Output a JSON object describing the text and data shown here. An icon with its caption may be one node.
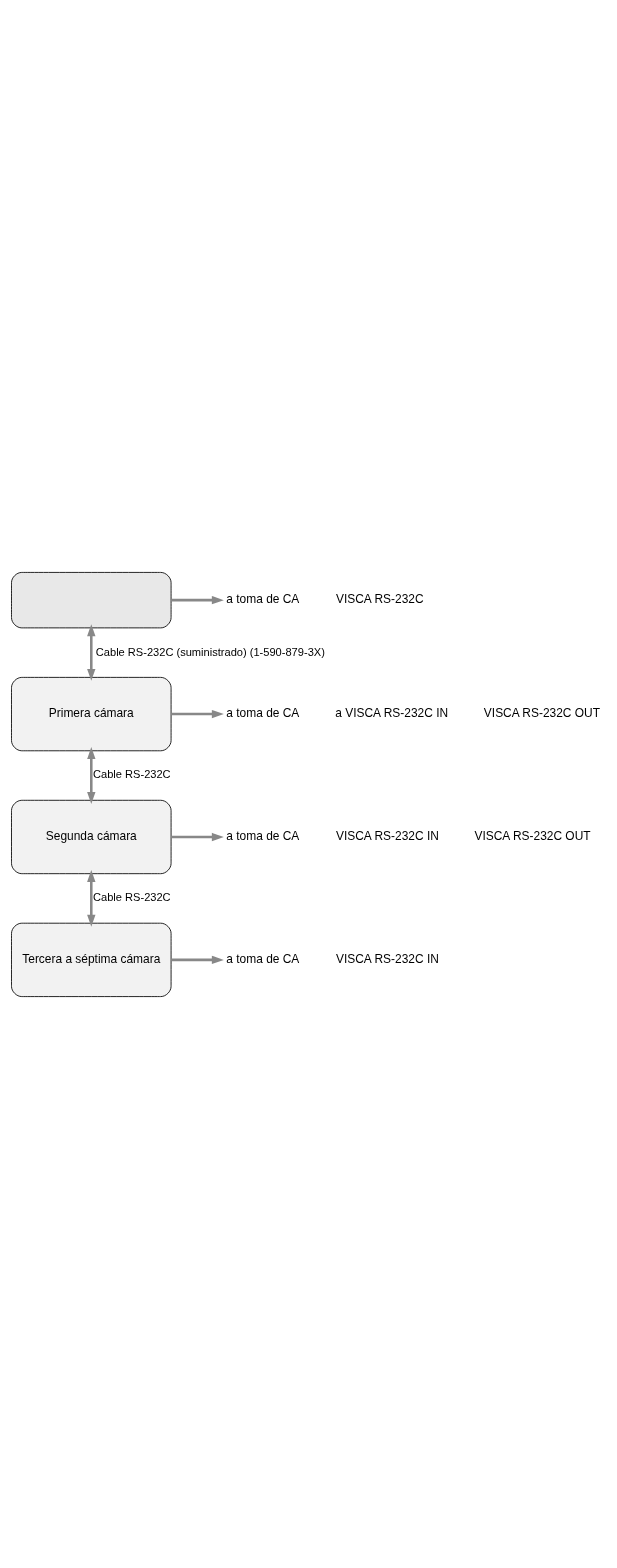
{
  "diagram": {
    "nodes": [
      {
        "text": [],
        "shape": "box"
      },
      {
        "text": [
          "Primera cámara"
        ]
      },
      {
        "text": [
          "Segunda cámara"
        ]
      },
      {
        "text": [
          "Tercera a séptima cámara"
        ]
      },
      {
        "text": [
          "a toma de CA"
        ]
      },
      {
        "text": [
          "a toma de CA"
        ]
      },
      {
        "text": [
          "a toma de CA"
        ]
      },
      {
        "text": [
          "a toma de CA"
        ]
      }
    ],
    "edges": [
      {
        "from": 0,
        "to": 1,
        "arrow": "both",
        "label": "Cable RS-232C (suministrado) (1-590-879-3X)"
      },
      {
        "from": 1,
        "to": 2,
        "arrow": "both",
        "label": "Cable RS-232C"
      },
      {
        "from": 2,
        "to": 3,
        "arrow": "both",
        "label": "Cable RS-232C"
      },
      {
        "from": 0,
        "to": 4,
        "arrow": "to"
      },
      {
        "from": 1,
        "to": 5,
        "arrow": "to"
      },
      {
        "from": 2,
        "to": 6,
        "arrow": "to"
      },
      {
        "from": 3,
        "to": 7,
        "arrow": "to"
      }
    ],
    "labels": [
      "VISCA RS-232C",
      "a VISCA RS-232C IN",
      "VISCA RS-232C OUT",
      "VISCA RS-232C IN",
      "VISCA RS-232C OUT",
      "VISCA RS-232C IN"
    ]
  }
}
